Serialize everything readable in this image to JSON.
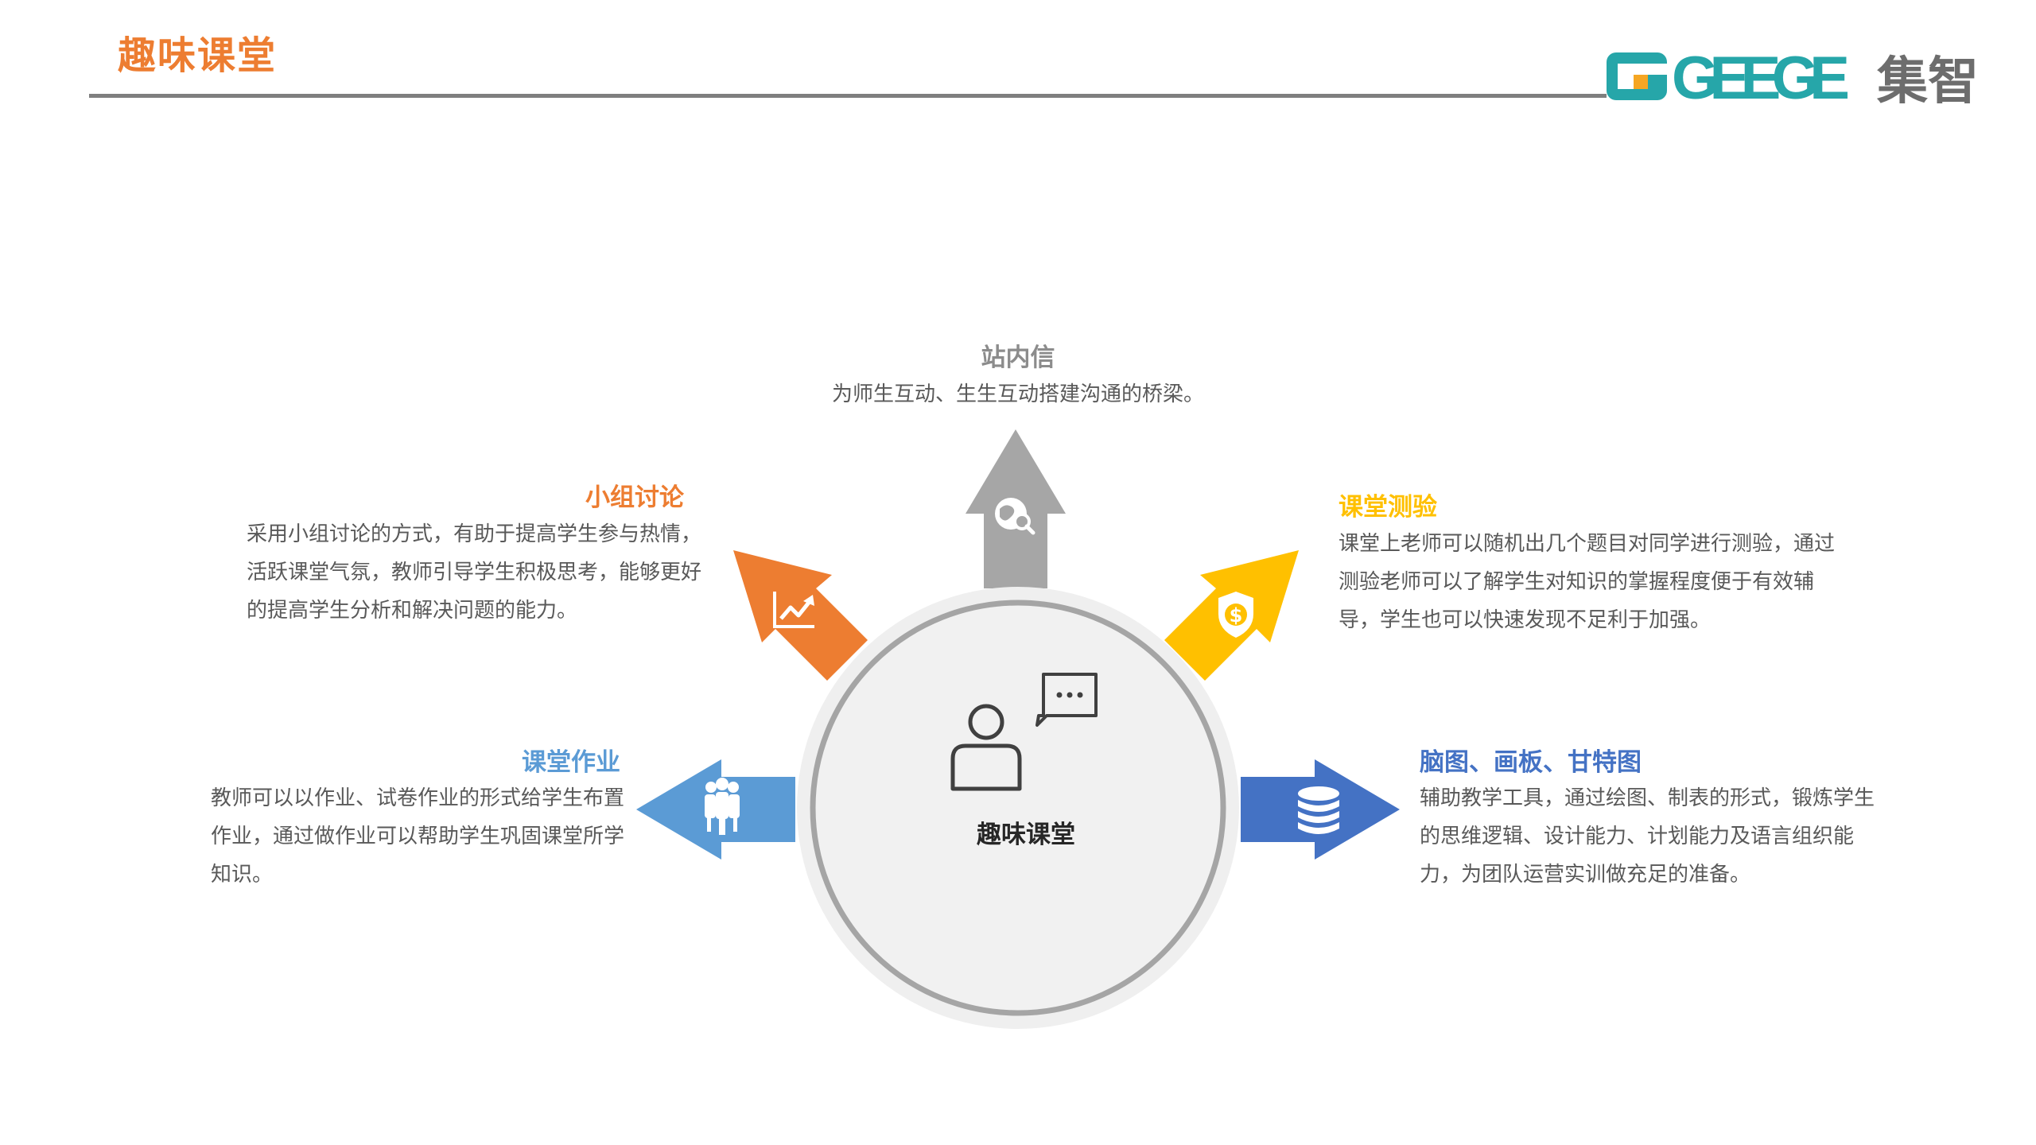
{
  "header": {
    "title": "趣味课堂",
    "logo_text": "GEEGE",
    "logo_cn": "集智"
  },
  "center": {
    "label": "趣味课堂",
    "icon": "person-chat-icon"
  },
  "sections": {
    "top": {
      "title": "站内信",
      "desc": "为师生互动、生生互动搭建沟通的桥梁。",
      "color": "#A6A6A6",
      "icon": "globe-search-icon"
    },
    "left_up": {
      "title": "小组讨论",
      "desc": "采用小组讨论的方式，有助于提高学生参与热情，活跃课堂气氛，教师引导学生积极思考，能够更好的提高学生分析和解决问题的能力。",
      "color": "#ED7D31",
      "icon": "trend-chart-icon"
    },
    "right_up": {
      "title": "课堂测验",
      "desc": "课堂上老师可以随机出几个题目对同学进行测验，通过测验老师可以了解学生对知识的掌握程度便于有效辅导，学生也可以快速发现不足利于加强。",
      "color": "#FFC000",
      "icon": "dollar-shield-icon"
    },
    "left_down": {
      "title": "课堂作业",
      "desc": "教师可以以作业、试卷作业的形式给学生布置作业，通过做作业可以帮助学生巩固课堂所学知识。",
      "color": "#5B9BD5",
      "icon": "people-group-icon"
    },
    "right_down": {
      "title": "脑图、画板、甘特图",
      "desc": "辅助教学工具，通过绘图、制表的形式，锻炼学生的思维逻辑、设计能力、计划能力及语言组织能力，为团队运营实训做充足的准备。",
      "color": "#4472C4",
      "icon": "coin-stack-icon"
    }
  }
}
